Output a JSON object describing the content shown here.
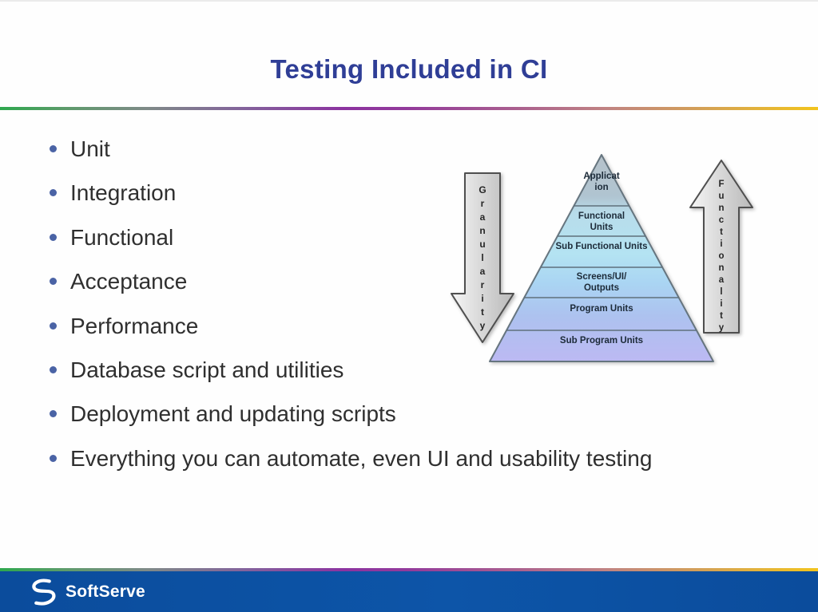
{
  "slide": {
    "title": "Testing Included in CI",
    "bullets": [
      "Unit",
      "Integration",
      "Functional",
      "Acceptance",
      "Performance",
      "Database script and utilities",
      "Deployment and updating scripts",
      "Everything you can automate, even UI and usability testing"
    ]
  },
  "diagram": {
    "granularity_label": "Granularity",
    "functionality_label": "Functionality",
    "pyramid_levels": [
      "Applicat ion",
      "Functional Units",
      "Sub Functional Units",
      "Screens/UI/ Outputs",
      "Program Units",
      "Sub Program Units"
    ]
  },
  "footer": {
    "brand": "SoftServe"
  },
  "colors": {
    "title_blue": "#2F3E96",
    "footer_blue": "#0B4D9E",
    "bullet_dot_blue": "#4A63A5",
    "rainbow_green": "#2EA84E",
    "rainbow_purple": "#8C33A0",
    "rainbow_yellow": "#F2C41D",
    "pyramid_top_gray_blue": "#B6C2CA",
    "pyramid_mid_cyan": "#B4E3F2",
    "pyramid_bottom_lavender": "#BCB9F3",
    "arrow_gray": "#D9D9D9"
  }
}
